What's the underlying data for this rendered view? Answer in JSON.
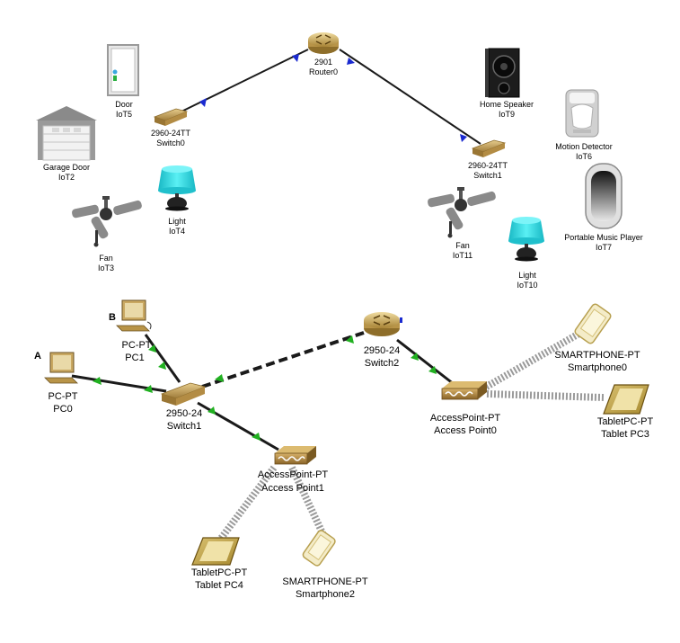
{
  "top_network": {
    "router": {
      "model": "2901",
      "name": "Router0"
    },
    "switch_left": {
      "model": "2960-24TT",
      "name": "Switch0"
    },
    "switch_right": {
      "model": "2960-24TT",
      "name": "Switch1"
    },
    "iot": [
      {
        "type": "Door",
        "name": "IoT5"
      },
      {
        "type": "Garage Door",
        "name": "IoT2"
      },
      {
        "type": "Light",
        "name": "IoT4"
      },
      {
        "type": "Fan",
        "name": "IoT3"
      },
      {
        "type": "Home Speaker",
        "name": "IoT9"
      },
      {
        "type": "Motion Detector",
        "name": "IoT6"
      },
      {
        "type": "Portable Music Player",
        "name": "IoT7"
      },
      {
        "type": "Fan",
        "name": "IoT11"
      },
      {
        "type": "Light",
        "name": "IoT10"
      }
    ]
  },
  "bottom_network": {
    "pcs": [
      {
        "marker": "B",
        "model": "PC-PT",
        "name": "PC1"
      },
      {
        "marker": "A",
        "model": "PC-PT",
        "name": "PC0"
      }
    ],
    "switch1": {
      "model": "2950-24",
      "name": "Switch1"
    },
    "switch2": {
      "model": "2950-24",
      "name": "Switch2"
    },
    "access_point0": {
      "model": "AccessPoint-PT",
      "name": "Access Point0"
    },
    "access_point1": {
      "model": "AccessPoint-PT",
      "name": "Access Point1"
    },
    "smartphone0": {
      "model": "SMARTPHONE-PT",
      "name": "Smartphone0"
    },
    "tablet3": {
      "model": "TabletPC-PT",
      "name": "Tablet PC3"
    },
    "tablet4": {
      "model": "TabletPC-PT",
      "name": "Tablet PC4"
    },
    "smartphone2": {
      "model": "SMARTPHONE-PT",
      "name": "Smartphone2"
    }
  },
  "colors": {
    "link": "#1a1a1a",
    "link_up": "#20b020",
    "link_top_arrow": "#1a2ad0",
    "wireless": "#9a9a9a",
    "router_gold": "#c8a450",
    "switch_tan": "#c9a862",
    "light_cyan": "#2ad8e0"
  }
}
